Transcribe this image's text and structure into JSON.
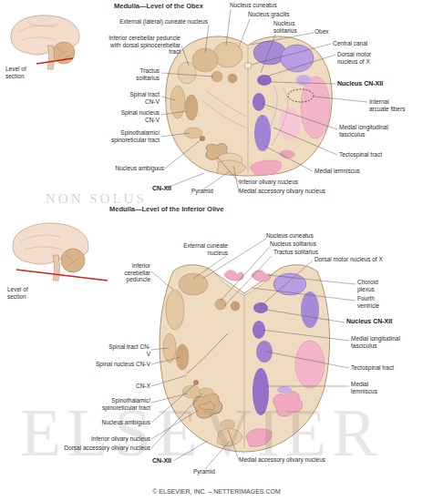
{
  "diagram": {
    "labels": [
      "Medulla—Level of the Obex",
      "Level of section",
      "Nucleus cuneatus",
      "Nucleus gracilis",
      "External (lateral) cuneate nucleus",
      "Inferior cerebellar peduncle with dorsal spinocerebellar tract",
      "Nucleus solitarius",
      "Obex",
      "Central canal",
      "Dorsal motor nucleus of X",
      "Tractus solitarius",
      "Nucleus CN-XII",
      "Spinal tract CN-V",
      "Internal arcuate fibers",
      "Spinal nucleus CN-V",
      "Spinothalamic/ spinoreticular tract",
      "Medial longitudinal fasciculus",
      "Tectospinal tract",
      "Nucleus ambiguus",
      "Medial lemniscus",
      "Inferior olivary nucleus",
      "CN-XII",
      "Pyramid",
      "Medial accessory olivary nucleus",
      "NON SOLUS",
      "Medulla—Level of the Inferior Olive",
      "Level of section",
      "Nucleus cuneatus",
      "Nucleus solitarius",
      "External cuneate nucleus",
      "Tractus solitarius",
      "Dorsal motor nucleus of X",
      "Inferior cerebellar peduncle",
      "Choroid plexus",
      "Fourth ventricle",
      "Spinal tract CN-V",
      "Nucleus CN-XII",
      "Spinal nucleus CN-V",
      "CN-X",
      "Medial longitudinal fasciculus",
      "Spinothalamic/ spinoreticular tract",
      "Tectospinal tract",
      "Nucleus ambiguus",
      "Medial lemniscus",
      "Inferior olivary nucleus",
      "Dorsal accessory olivary nucleus",
      "CN-XII",
      "Pyramid",
      "Medial accessory olivary nucleus",
      "ELSEVIER",
      "© ELSEVIER, INC. – NETTERIMAGES.COM"
    ]
  }
}
